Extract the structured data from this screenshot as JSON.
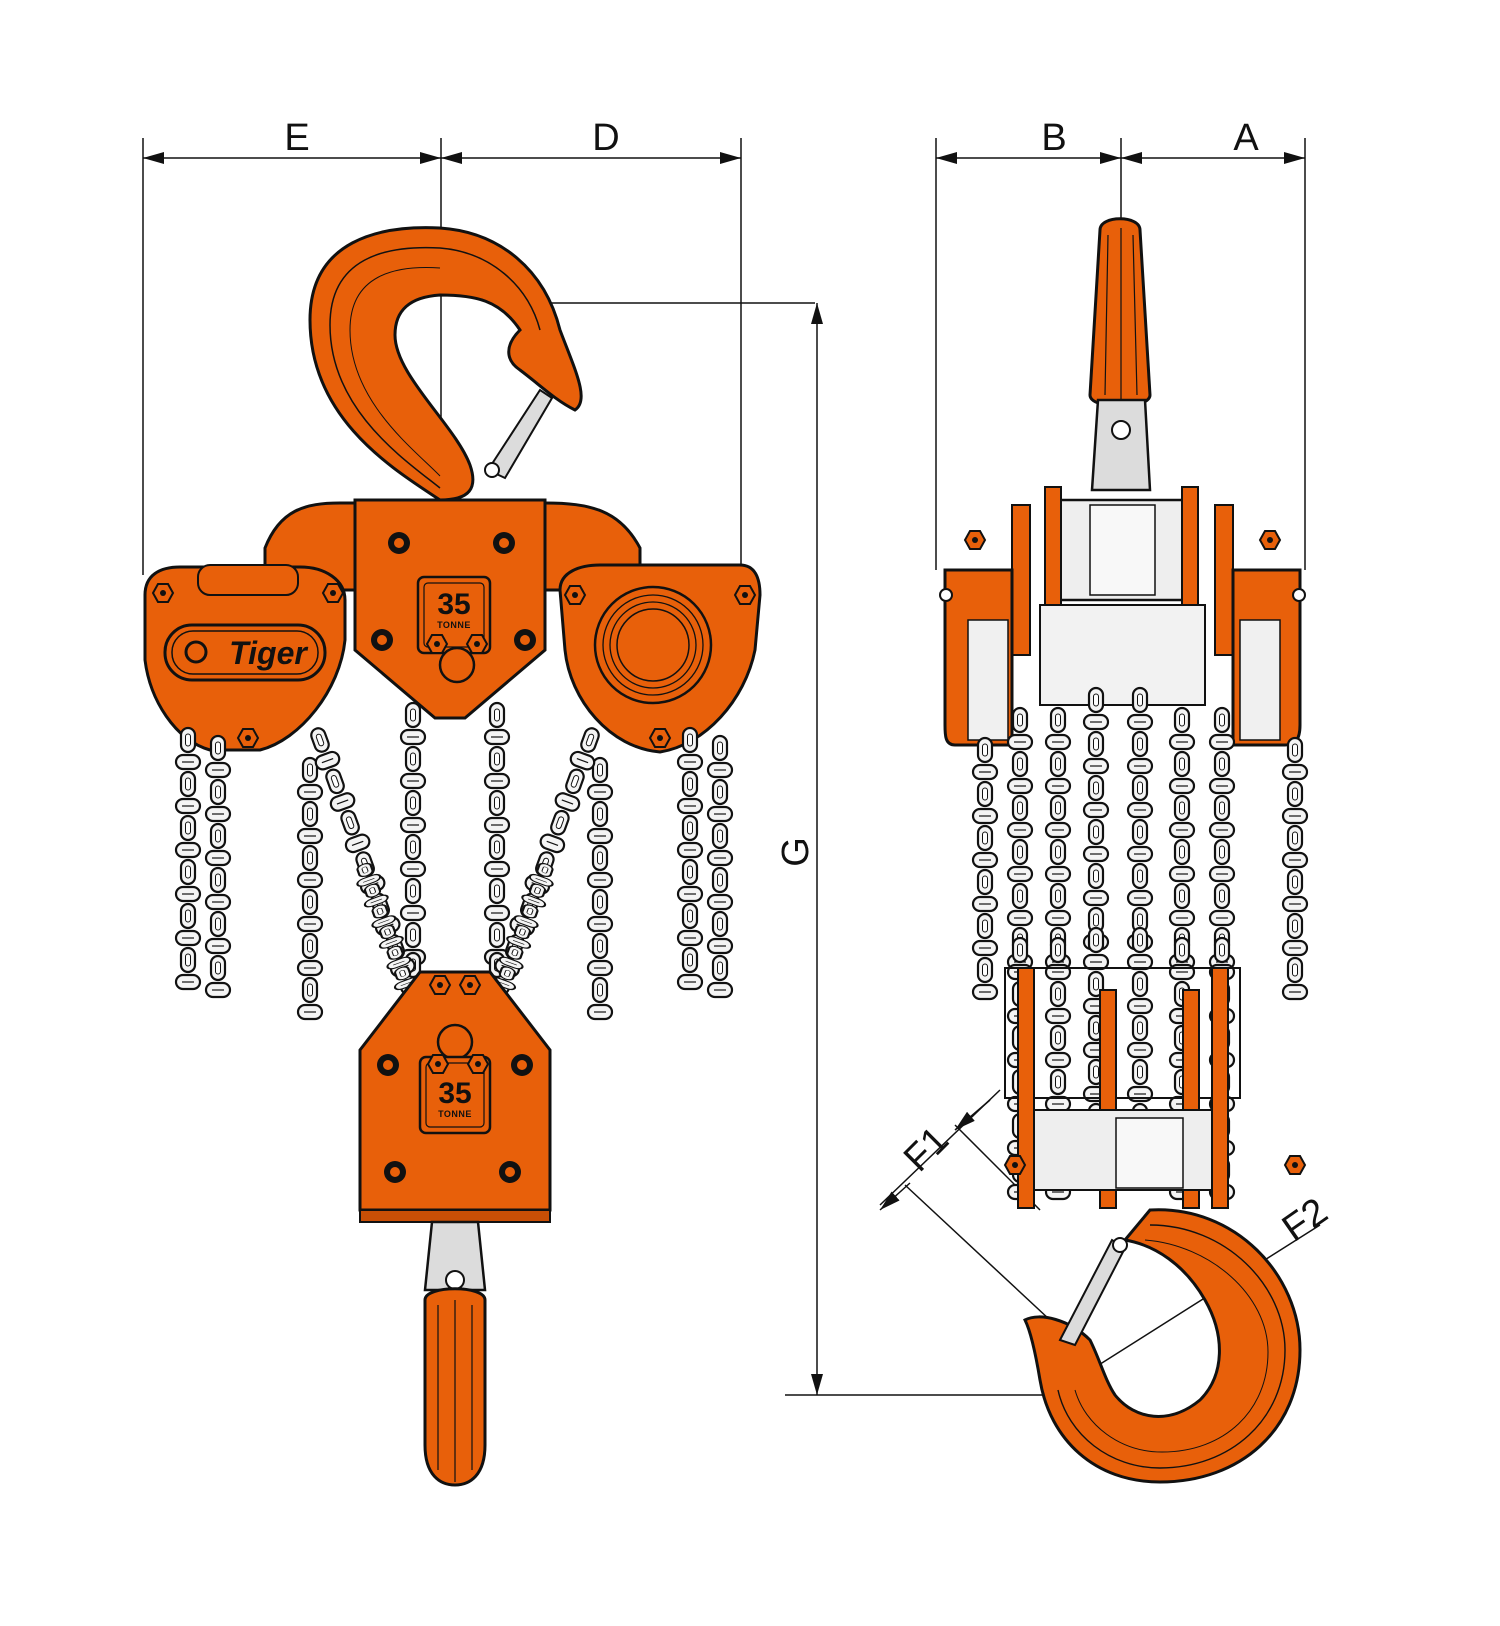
{
  "dimensions": {
    "E": "E",
    "D": "D",
    "B": "B",
    "A": "A",
    "G": "G",
    "F1": "F1",
    "F2": "F2"
  },
  "front_view": {
    "logo": "Tiger",
    "top_block_capacity": "35",
    "top_block_unit": "TONNE",
    "bottom_block_capacity": "35",
    "bottom_block_unit": "TONNE"
  },
  "colors": {
    "body": "#e8600a",
    "body_dark": "#c94f06",
    "outline": "#111111",
    "steel": "#dcdcdc",
    "chain": "#f2f2f2"
  },
  "icons": [
    "hook-icon",
    "chain-icon",
    "bolt-icon",
    "hand-wheel-icon"
  ]
}
